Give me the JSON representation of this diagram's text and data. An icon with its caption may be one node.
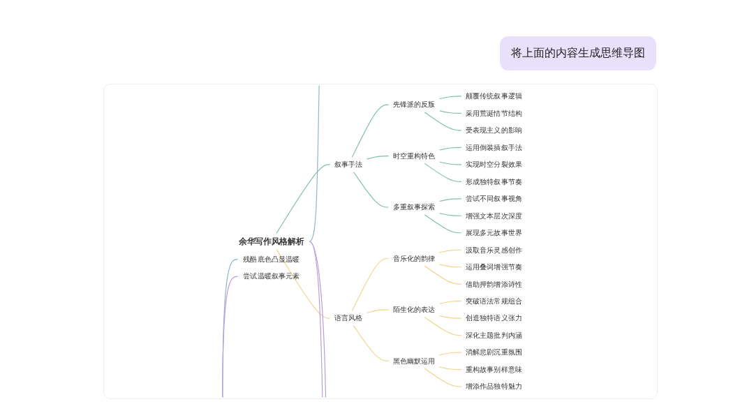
{
  "diagram": {
    "nodes": [
      {
        "text": [
          "余华写作风格解析"
        ]
      },
      {
        "text": [
          "叙事手法"
        ]
      },
      {
        "text": [
          "先锋派的反叛"
        ]
      },
      {
        "text": [
          "颠覆传统叙事逻辑"
        ]
      },
      {
        "text": [
          "采用荒诞情节结构"
        ]
      },
      {
        "text": [
          "受表现主义的影响"
        ]
      },
      {
        "text": [
          "时空重构特色"
        ]
      },
      {
        "text": [
          "运用倒装插叙手法"
        ]
      },
      {
        "text": [
          "实现时空分裂效果"
        ]
      },
      {
        "text": [
          "形成独特叙事节奏"
        ]
      },
      {
        "text": [
          "多重叙事探索"
        ]
      },
      {
        "text": [
          "尝试不同叙事视角"
        ]
      },
      {
        "text": [
          "增强文本层次深度"
        ]
      },
      {
        "text": [
          "展现多元故事世界"
        ]
      },
      {
        "text": [
          "语言风格"
        ]
      },
      {
        "text": [
          "音乐化的韵律"
        ]
      },
      {
        "text": [
          "汲取音乐灵感创作"
        ]
      },
      {
        "text": [
          "运用叠词增强节奏"
        ]
      },
      {
        "text": [
          "借助押韵增添诗性"
        ]
      },
      {
        "text": [
          "陌生化的表达"
        ]
      },
      {
        "text": [
          "突破语法常规组合"
        ]
      },
      {
        "text": [
          "创造独特语义张力"
        ]
      },
      {
        "text": [
          "深化主题批判内涵"
        ]
      },
      {
        "text": [
          "黑色幽默运用"
        ]
      },
      {
        "text": [
          "消解悲剧沉重氛围"
        ]
      },
      {
        "text": [
          "重构故事别样意味"
        ]
      },
      {
        "text": [
          "增添作品独特魅力"
        ]
      },
      {
        "text": [
          "残酷底色凸显温暖"
        ]
      },
      {
        "text": [
          "尝试温暖叙事元素"
        ]
      }
    ],
    "edges": [
      {
        "from": 0,
        "to": null,
        "arrow": "none",
        "color": "#8fb3c9"
      },
      {
        "from": null,
        "to": 27,
        "arrow": "none",
        "color": "#8fb3c9"
      },
      {
        "from": 0,
        "to": 1,
        "arrow": "none",
        "color": "#7fbfae"
      },
      {
        "from": 1,
        "to": 2,
        "arrow": "none",
        "color": "#7fbfae"
      },
      {
        "from": 2,
        "to": 3,
        "arrow": "none",
        "color": "#7fbfae"
      },
      {
        "from": 2,
        "to": 4,
        "arrow": "none",
        "color": "#7fbfae"
      },
      {
        "from": 2,
        "to": 5,
        "arrow": "none",
        "color": "#7fbfae"
      },
      {
        "from": 1,
        "to": 6,
        "arrow": "none",
        "color": "#7fbfae"
      },
      {
        "from": 6,
        "to": 7,
        "arrow": "none",
        "color": "#7fbfae"
      },
      {
        "from": 6,
        "to": 8,
        "arrow": "none",
        "color": "#7fbfae"
      },
      {
        "from": 6,
        "to": 9,
        "arrow": "none",
        "color": "#7fbfae"
      },
      {
        "from": 1,
        "to": 10,
        "arrow": "none",
        "color": "#7fbfae"
      },
      {
        "from": 10,
        "to": 11,
        "arrow": "none",
        "color": "#7fbfae"
      },
      {
        "from": 10,
        "to": 12,
        "arrow": "none",
        "color": "#7fbfae"
      },
      {
        "from": 10,
        "to": 13,
        "arrow": "none",
        "color": "#7fbfae"
      },
      {
        "from": 0,
        "to": 14,
        "arrow": "none",
        "color": "#f0d48a"
      },
      {
        "from": 14,
        "to": 15,
        "arrow": "none",
        "color": "#f0d48a"
      },
      {
        "from": 15,
        "to": 16,
        "arrow": "none",
        "color": "#f0d48a"
      },
      {
        "from": 15,
        "to": 17,
        "arrow": "none",
        "color": "#f0d48a"
      },
      {
        "from": 15,
        "to": 18,
        "arrow": "none",
        "color": "#f0d48a"
      },
      {
        "from": 14,
        "to": 19,
        "arrow": "none",
        "color": "#f0d48a"
      },
      {
        "from": 19,
        "to": 20,
        "arrow": "none",
        "color": "#f0d48a"
      },
      {
        "from": 19,
        "to": 21,
        "arrow": "none",
        "color": "#f0d48a"
      },
      {
        "from": 19,
        "to": 22,
        "arrow": "none",
        "color": "#f0d48a"
      },
      {
        "from": 14,
        "to": 23,
        "arrow": "none",
        "color": "#f0d48a"
      },
      {
        "from": 23,
        "to": 24,
        "arrow": "none",
        "color": "#f0d48a"
      },
      {
        "from": 23,
        "to": 25,
        "arrow": "none",
        "color": "#f0d48a"
      },
      {
        "from": 23,
        "to": 26,
        "arrow": "none",
        "color": "#f0d48a"
      },
      {
        "from": 0,
        "to": null,
        "arrow": "none",
        "color": "#b99bd8"
      },
      {
        "from": 0,
        "to": null,
        "arrow": "none",
        "color": "#b99bd8"
      },
      {
        "from": null,
        "to": 28,
        "arrow": "none",
        "color": "#b99bd8"
      }
    ],
    "labels": [
      "将上面的内容生成思维导图"
    ]
  }
}
